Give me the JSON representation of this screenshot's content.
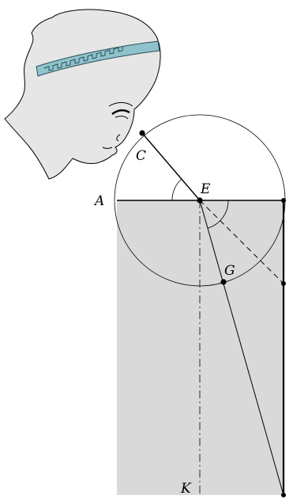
{
  "figure": {
    "labels": {
      "A": "A",
      "C": "C",
      "E": "E",
      "G": "G",
      "K": "K"
    }
  },
  "colors": {
    "background": "#ffffff",
    "shaded_region": "#d9d9d9",
    "head_fill": "#e6e6e6",
    "headband": "#8fc3cc",
    "stroke": "#000000"
  },
  "icons": {
    "observer": "greek-head-profile-icon"
  }
}
